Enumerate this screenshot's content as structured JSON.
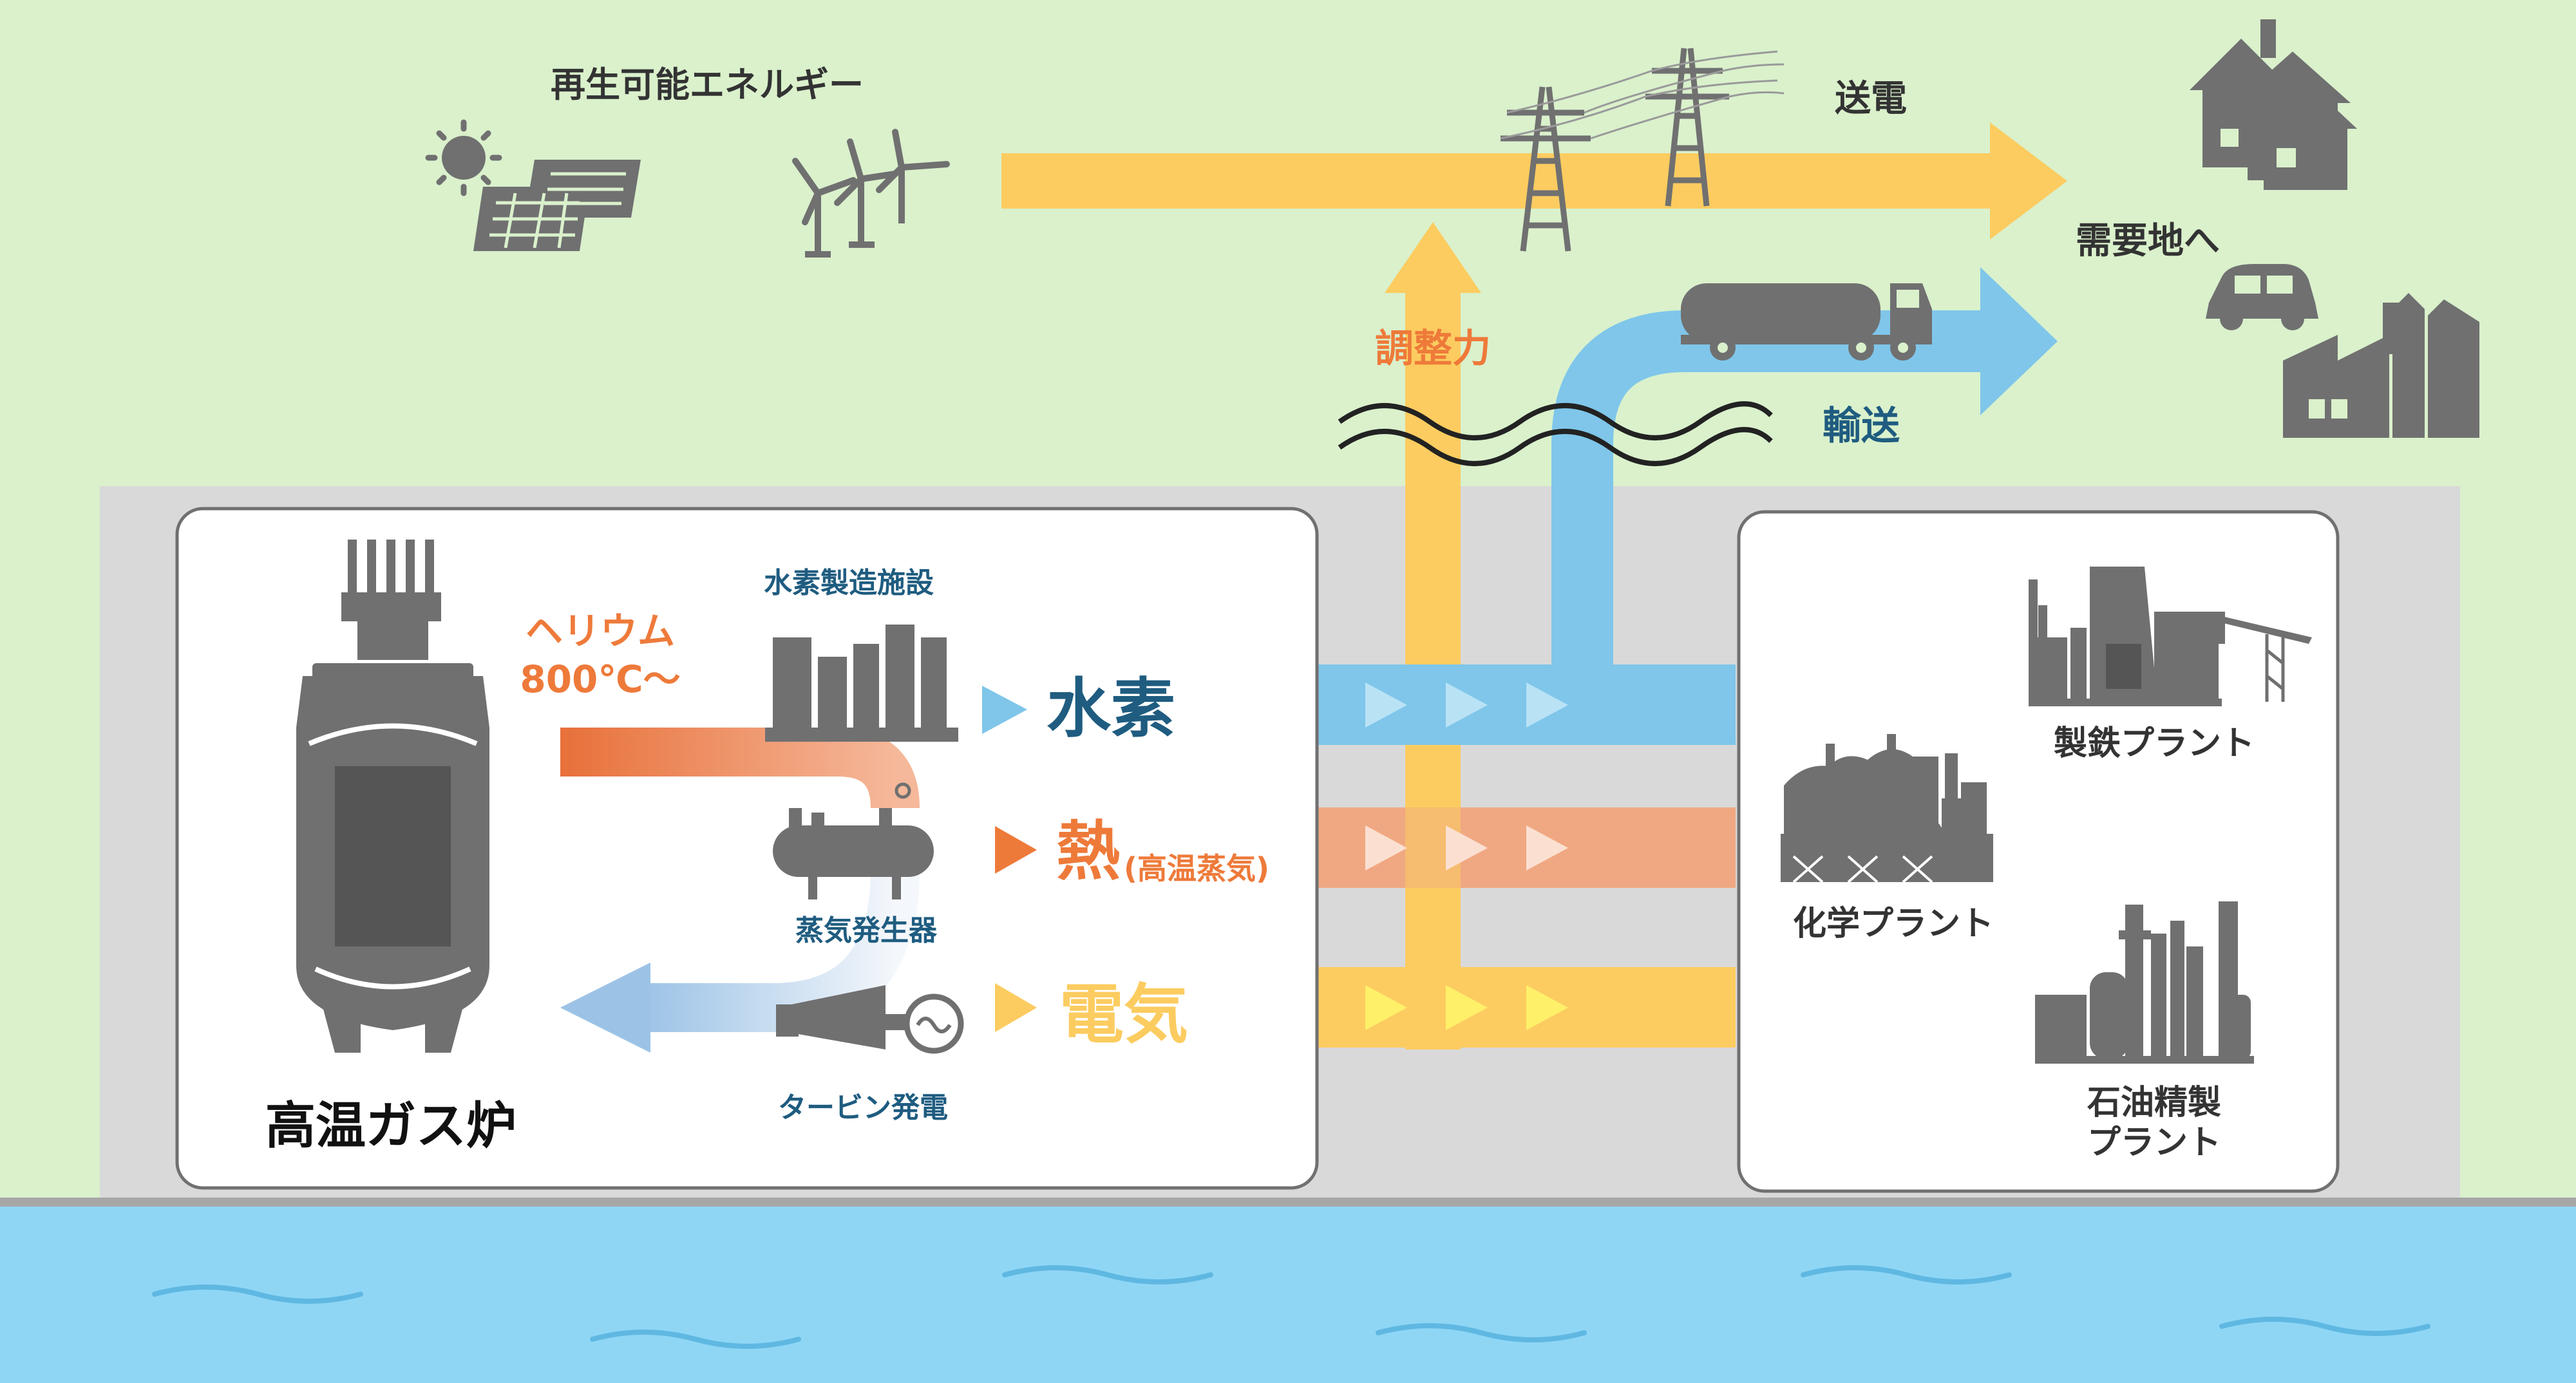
{
  "labels": {
    "renewable": "再生可能エネルギー",
    "transmission": "送電",
    "demand": "需要地へ",
    "adjust": "調整力",
    "transport": "輸送",
    "h2_facility": "水素製造施設",
    "helium_1": "ヘリウム",
    "helium_2": "800℃〜",
    "hydrogen": "水素",
    "heat": "熱",
    "heat_note": "(高温蒸気)",
    "electricity": "電気",
    "steam_gen": "蒸気発生器",
    "turbine": "タービン発電",
    "reactor": "高温ガス炉",
    "steel": "製鉄プラント",
    "chemical": "化学プラント",
    "oil_1": "石油精製",
    "oil_2": "プラント"
  },
  "colors": {
    "land": "#daf1cc",
    "ground": "#d9d9d9",
    "sea": "#8fd6f5",
    "yellow": "#fccc60",
    "blue": "#7fc6ea",
    "orange": "#f0a882",
    "orange_text": "#ee7a3a",
    "blue_text": "#1f5c80",
    "gray_icon": "#6e6e6e",
    "text_dark": "#333333"
  }
}
